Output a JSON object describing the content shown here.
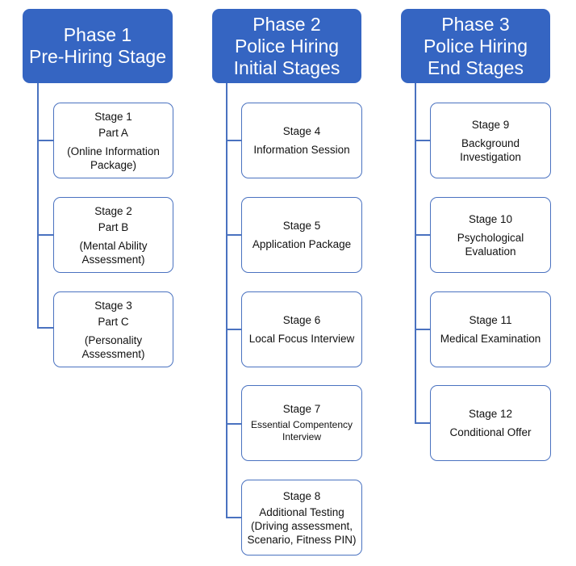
{
  "colors": {
    "header_bg": "#3565c2",
    "header_text": "#ffffff",
    "connector": "#4a72c0",
    "card_border": "#4a72c0",
    "card_text": "#111111"
  },
  "phases": [
    {
      "title_lines": [
        "Phase 1",
        "Pre-Hiring Stage"
      ],
      "stages": [
        {
          "title": "Stage 1",
          "lines": [
            "Part A",
            "(Online Information",
            "Package)"
          ]
        },
        {
          "title": "Stage 2",
          "lines": [
            "Part B",
            "(Mental Ability",
            "Assessment)"
          ]
        },
        {
          "title": "Stage 3",
          "lines": [
            "Part C",
            "(Personality",
            "Assessment)"
          ]
        }
      ]
    },
    {
      "title_lines": [
        "Phase 2",
        "Police Hiring",
        "Initial Stages"
      ],
      "stages": [
        {
          "title": "Stage 4",
          "lines": [
            "Information Session"
          ]
        },
        {
          "title": "Stage 5",
          "lines": [
            "Application Package"
          ]
        },
        {
          "title": "Stage 6",
          "lines": [
            "Local Focus Interview"
          ]
        },
        {
          "title": "Stage 7",
          "lines": [
            "Essential  Compentency",
            "Interview"
          ]
        },
        {
          "title": "Stage 8",
          "lines": [
            "Additional Testing",
            "(Driving assessment,",
            "Scenario, Fitness PIN)"
          ]
        }
      ]
    },
    {
      "title_lines": [
        "Phase 3",
        "Police Hiring",
        "End Stages"
      ],
      "stages": [
        {
          "title": "Stage 9",
          "lines": [
            "Background",
            "Investigation"
          ]
        },
        {
          "title": "Stage 10",
          "lines": [
            "Psychological",
            "Evaluation"
          ]
        },
        {
          "title": "Stage 11",
          "lines": [
            "Medical Examination"
          ]
        },
        {
          "title": "Stage 12",
          "lines": [
            "Conditional Offer"
          ]
        }
      ]
    }
  ]
}
